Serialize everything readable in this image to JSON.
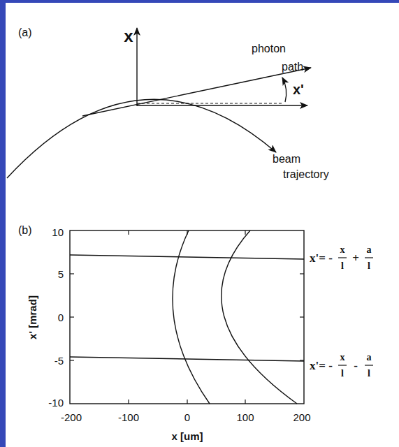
{
  "diagram": {
    "labels": [
      "(a)",
      "x",
      "photon",
      "path",
      "x'",
      "beam",
      "trajectory",
      "(b)",
      "10",
      "5",
      "0",
      "-5",
      "-10",
      "-200",
      "-100",
      "0",
      "100",
      "200",
      "x' [mrad]",
      "x [um]",
      "x'= -",
      "x",
      "l",
      "+",
      "a",
      "l",
      "x'= -",
      "x",
      "l",
      "-",
      "a",
      "l"
    ]
  }
}
